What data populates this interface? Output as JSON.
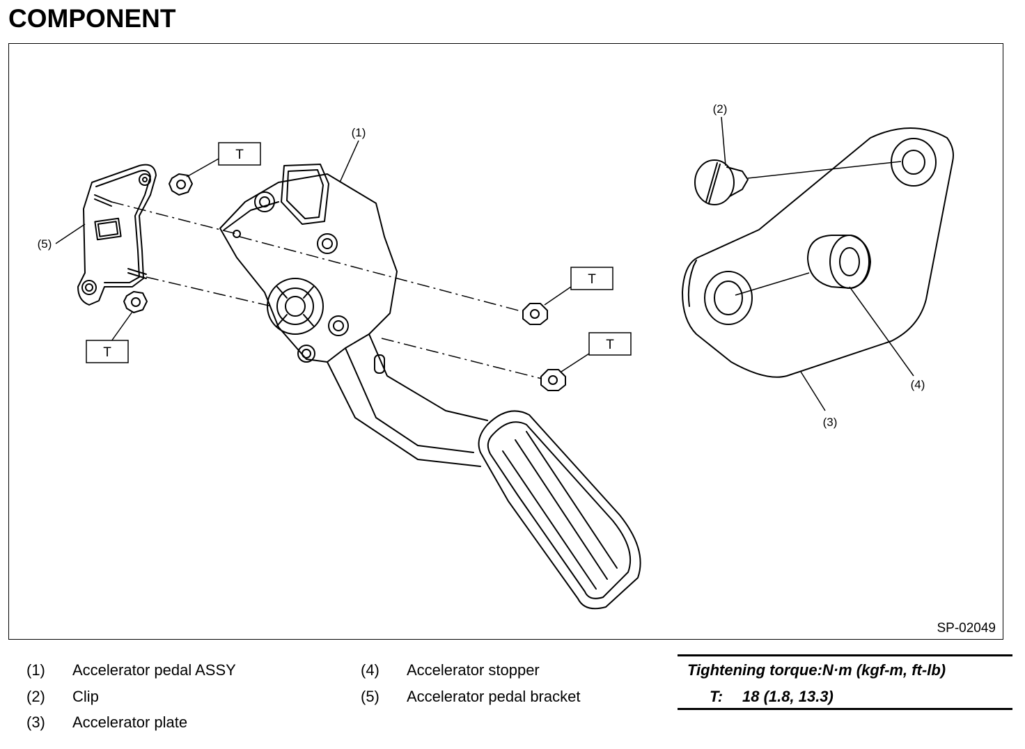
{
  "title": "COMPONENT",
  "figure_id": "SP-02049",
  "callouts": {
    "c1": "(1)",
    "c2": "(2)",
    "c3": "(3)",
    "c4": "(4)",
    "c5": "(5)",
    "torque_mark": "T"
  },
  "legend": [
    {
      "num": "(1)",
      "text": "Accelerator pedal ASSY"
    },
    {
      "num": "(2)",
      "text": "Clip"
    },
    {
      "num": "(3)",
      "text": "Accelerator plate"
    },
    {
      "num": "(4)",
      "text": "Accelerator stopper"
    },
    {
      "num": "(5)",
      "text": "Accelerator pedal bracket"
    }
  ],
  "torque": {
    "header": "Tightening torque:N·m (kgf-m, ft-lb)",
    "symbol": "T:",
    "value": "18 (1.8, 13.3)"
  }
}
